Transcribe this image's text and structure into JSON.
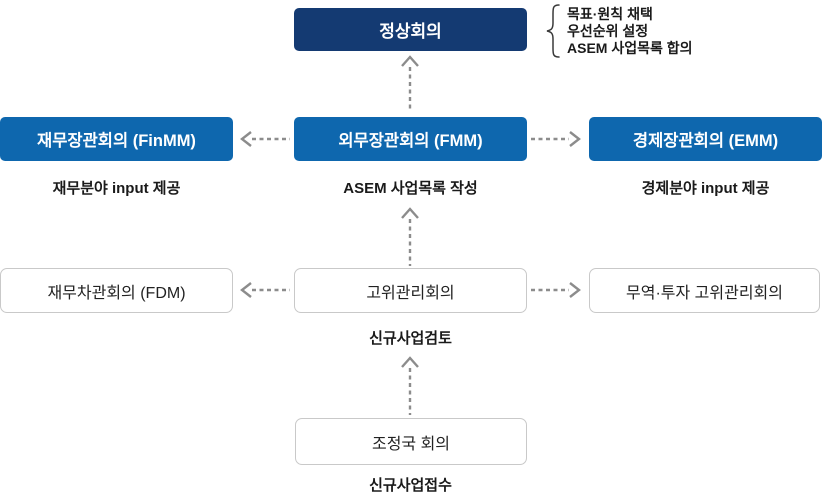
{
  "colors": {
    "navy": "#143a72",
    "blue": "#0e67ae",
    "white_box_border": "#c9c9c9",
    "arrow_gray": "#8c8c8c",
    "text_dark": "#1a1a1a"
  },
  "diagram": {
    "summit": {
      "label": "정상회의",
      "notes": [
        "목표·원칙 채택",
        "우선순위 설정",
        "ASEM 사업목록 합의"
      ]
    },
    "ministerial_row": [
      {
        "label": "재무장관회의 (FinMM)",
        "caption": "재무분야 input 제공"
      },
      {
        "label": "외무장관회의 (FMM)",
        "caption": "ASEM 사업목록 작성"
      },
      {
        "label": "경제장관회의 (EMM)",
        "caption": "경제분야 input 제공"
      }
    ],
    "senior_row": [
      {
        "label": "재무차관회의 (FDM)"
      },
      {
        "label": "고위관리회의",
        "caption": "신규사업검토"
      },
      {
        "label": "무역·투자 고위관리회의"
      }
    ],
    "coordinator": {
      "label": "조정국 회의",
      "caption": "신규사업접수"
    }
  }
}
